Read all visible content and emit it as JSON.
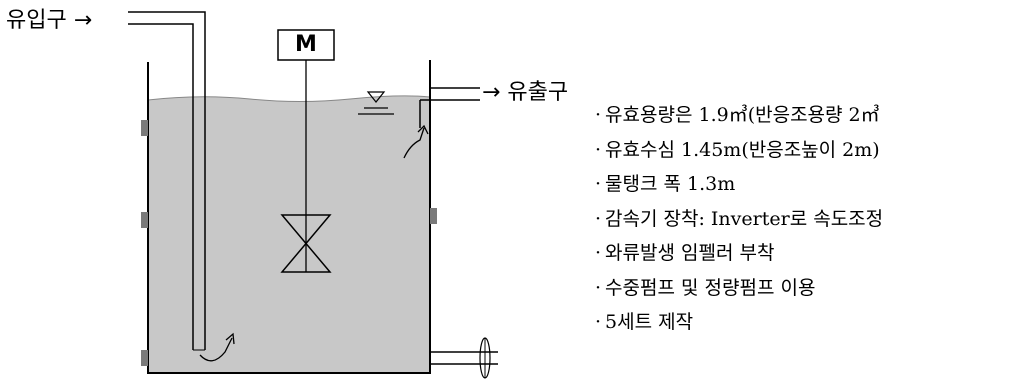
{
  "inlet_label": "유입구 →",
  "outlet_label": "→ 유출구",
  "motor_label": "M",
  "specs": [
    "유효용량은 1.9㎥(반응조용량 2㎥",
    "유효수심 1.45m(반응조높이 2m)",
    "물탱크 폭 1.3m",
    "감속기 장착: Inverter로 속도조정",
    "와류발생 임펠러 부착",
    "수중펌프 및 정량펌프 이용",
    "5세트 제작"
  ],
  "bullet": "·",
  "colors": {
    "water": "#c8c8c8",
    "line": "#000000",
    "bracket": "#7a7a7a"
  }
}
